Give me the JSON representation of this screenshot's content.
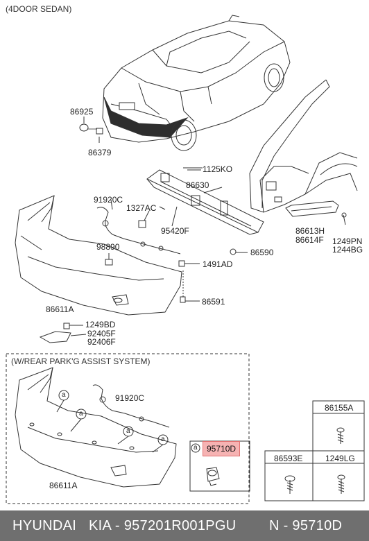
{
  "headers": {
    "sedan": "(4DOOR SEDAN)",
    "assist": "(W/REAR PARK'G ASSIST SYSTEM)"
  },
  "parts": {
    "p86925": "86925",
    "p86379": "86379",
    "p1125KO": "1125KO",
    "p86630": "86630",
    "p91920C_top": "91920C",
    "p1327AC": "1327AC",
    "p95420F": "95420F",
    "p86613H": "86613H",
    "p86614F": "86614F",
    "p1249PN": "1249PN",
    "p1244BG": "1244BG",
    "p98890": "98890",
    "p86590": "86590",
    "p1491AD": "1491AD",
    "p86611A_top": "86611A",
    "p86591": "86591",
    "p1249BD": "1249BD",
    "p92405F": "92405F",
    "p92406F": "92406F",
    "p91920C_bottom": "91920C",
    "p86611A_bottom": "86611A",
    "p95710D": "95710D",
    "p86155A": "86155A",
    "p86593E": "86593E",
    "p1249LG": "1249LG"
  },
  "callout_letter": "a",
  "footer": {
    "brand": "HYUNDAI",
    "kia_part": "KIA - 957201R001PGU",
    "n_part": "N - 95710D"
  }
}
